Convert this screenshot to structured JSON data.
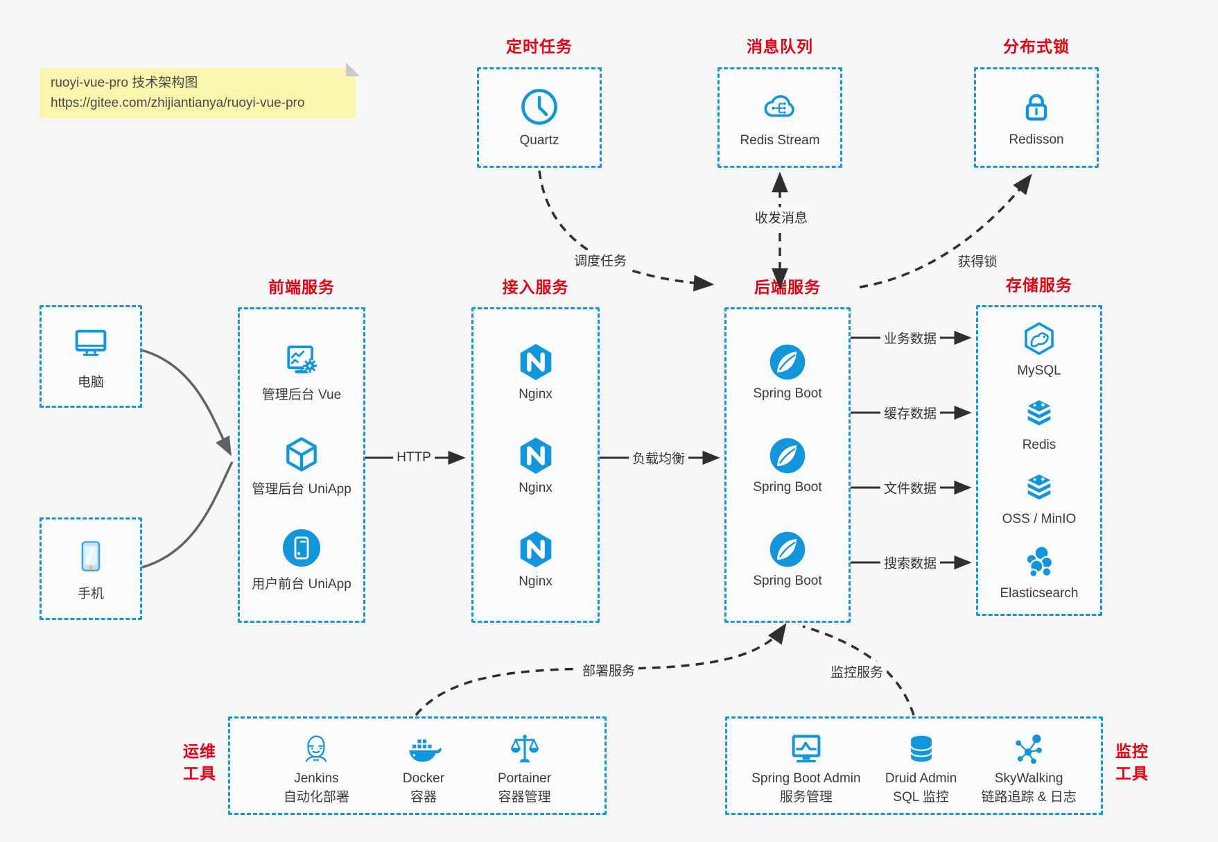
{
  "note": {
    "line1": "ruoyi-vue-pro 技术架构图",
    "line2": "https://gitee.com/zhijiantianya/ruoyi-vue-pro"
  },
  "palette": {
    "accent": "#1296db",
    "title_red": "#e60012",
    "page_bg": "#f7f7f8",
    "note_bg": "#fbf5ae"
  },
  "top_services": [
    {
      "title": "定时任务",
      "label": "Quartz",
      "icon": "clock-icon"
    },
    {
      "title": "消息队列",
      "label": "Redis Stream",
      "icon": "cloud-stream-icon"
    },
    {
      "title": "分布式锁",
      "label": "Redisson",
      "icon": "lock-icon"
    }
  ],
  "clients": [
    {
      "label": "电脑",
      "icon": "desktop-icon"
    },
    {
      "label": "手机",
      "icon": "smartphone-icon"
    }
  ],
  "columns": [
    {
      "title": "前端服务",
      "items": [
        "管理后台 Vue",
        "管理后台 UniApp",
        "用户前台 UniApp"
      ]
    },
    {
      "title": "接入服务",
      "items": [
        "Nginx",
        "Nginx",
        "Nginx"
      ]
    },
    {
      "title": "后端服务",
      "items": [
        "Spring Boot",
        "Spring Boot",
        "Spring Boot"
      ]
    },
    {
      "title": "存储服务",
      "items": [
        "MySQL",
        "Redis",
        "OSS / MinIO",
        "Elasticsearch"
      ]
    }
  ],
  "edges": {
    "http": "HTTP",
    "load_balance": "负载均衡",
    "schedule": "调度任务",
    "message": "收发消息",
    "acquire_lock": "获得锁",
    "business_data": "业务数据",
    "cache_data": "缓存数据",
    "file_data": "文件数据",
    "search_data": "搜索数据",
    "deploy": "部署服务",
    "monitor": "监控服务"
  },
  "bottom_groups": [
    {
      "title_lines": [
        "运维",
        "工具"
      ],
      "items": [
        {
          "name": "Jenkins",
          "desc": "自动化部署"
        },
        {
          "name": "Docker",
          "desc": "容器"
        },
        {
          "name": "Portainer",
          "desc": "容器管理"
        }
      ]
    },
    {
      "title_lines": [
        "监控",
        "工具"
      ],
      "items": [
        {
          "name": "Spring Boot Admin",
          "desc": "服务管理"
        },
        {
          "name": "Druid Admin",
          "desc": "SQL 监控"
        },
        {
          "name": "SkyWalking",
          "desc": "链路追踪 & 日志"
        }
      ]
    }
  ]
}
